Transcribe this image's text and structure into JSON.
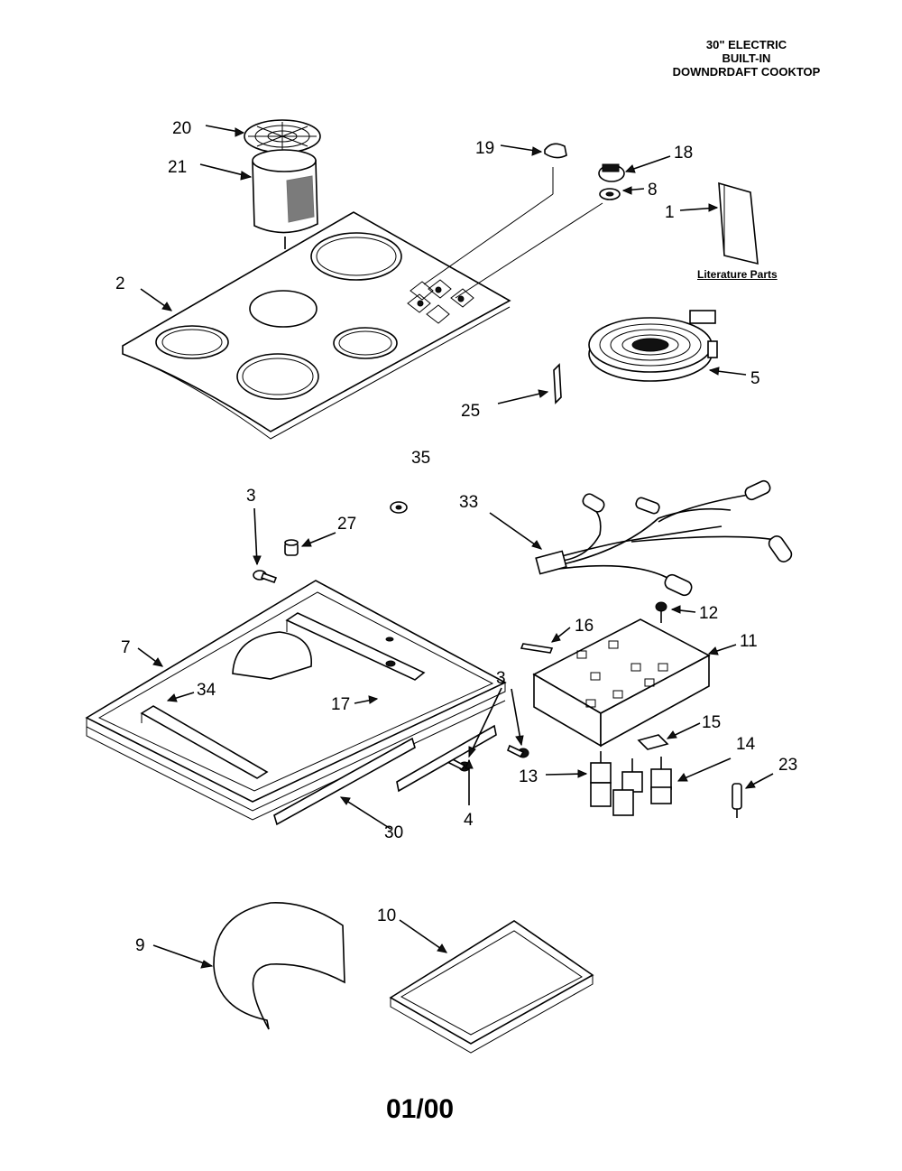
{
  "title": {
    "line1": "30\" ELECTRIC",
    "line2": "BUILT-IN",
    "line3": "DOWNDRDAFT COOKTOP"
  },
  "literature_label": "Literature Parts",
  "date_code": "01/00",
  "callouts": {
    "c1": "1",
    "c2": "2",
    "c3a": "3",
    "c3b": "3",
    "c4": "4",
    "c5": "5",
    "c7": "7",
    "c8": "8",
    "c9": "9",
    "c10": "10",
    "c11": "11",
    "c12": "12",
    "c13": "13",
    "c14": "14",
    "c15": "15",
    "c16": "16",
    "c17": "17",
    "c18": "18",
    "c19": "19",
    "c20": "20",
    "c21": "21",
    "c23": "23",
    "c25": "25",
    "c27": "27",
    "c30": "30",
    "c33": "33",
    "c34": "34",
    "c35": "35"
  }
}
